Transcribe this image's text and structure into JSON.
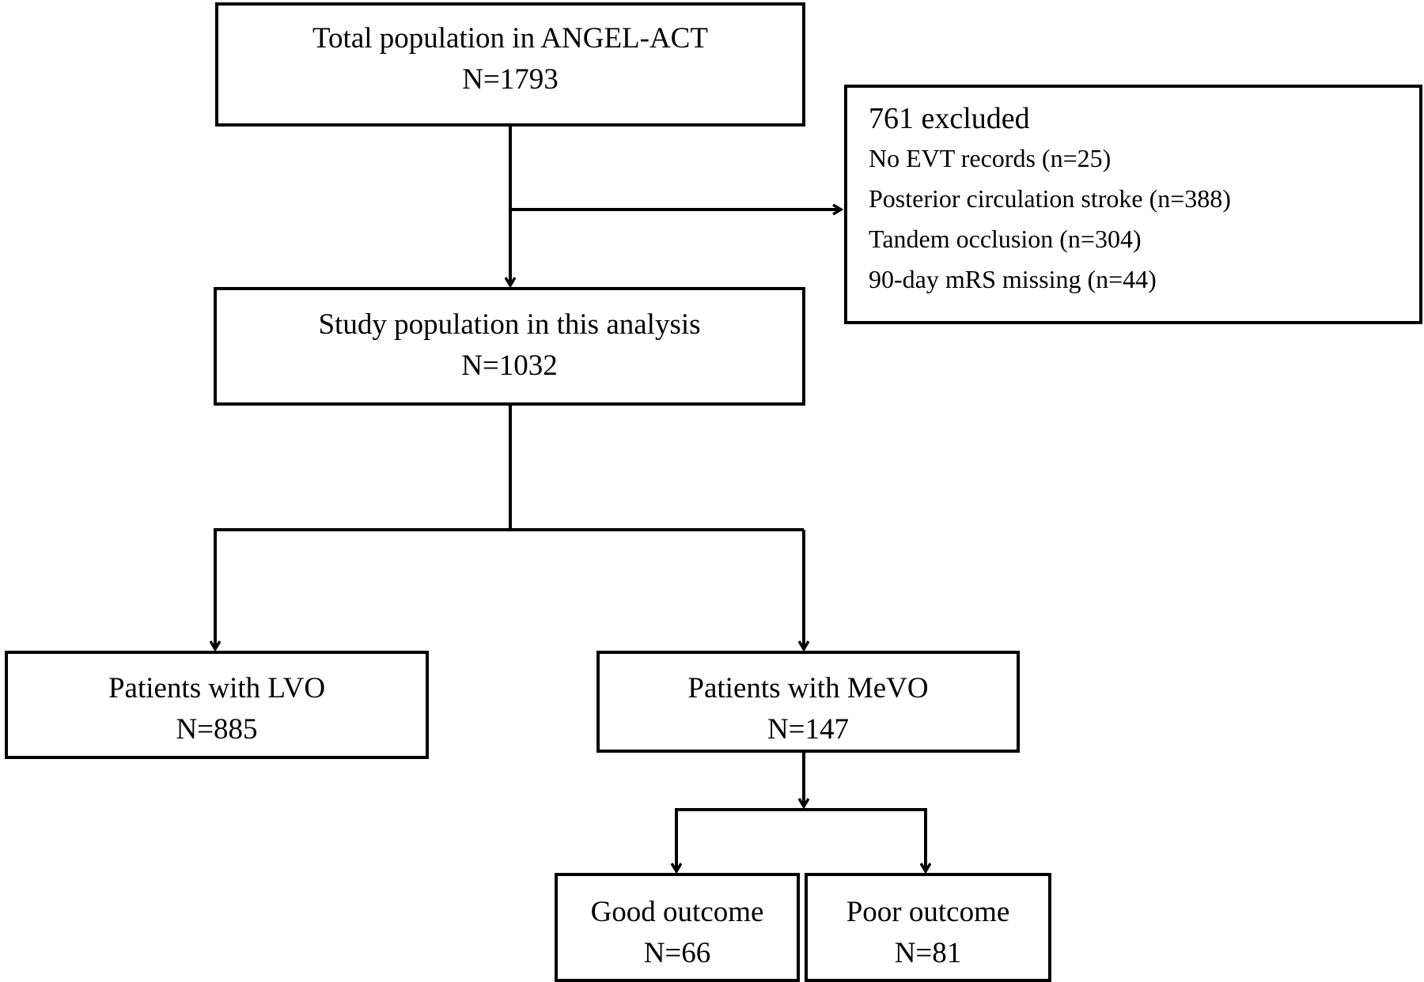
{
  "total": {
    "title": "Total population in ANGEL-ACT",
    "n": "N=1793"
  },
  "excluded": {
    "title": "761 excluded",
    "items": [
      "No EVT records (n=25)",
      "Posterior circulation stroke (n=388)",
      "Tandem occlusion (n=304)",
      "90-day mRS missing (n=44)"
    ]
  },
  "study": {
    "title": "Study population in this analysis",
    "n": "N=1032"
  },
  "lvo": {
    "title": "Patients with LVO",
    "n": "N=885"
  },
  "mevo": {
    "title": "Patients with MeVO",
    "n": "N=147"
  },
  "good": {
    "title": "Good outcome",
    "n": "N=66"
  },
  "poor": {
    "title": "Poor outcome",
    "n": "N=81"
  }
}
